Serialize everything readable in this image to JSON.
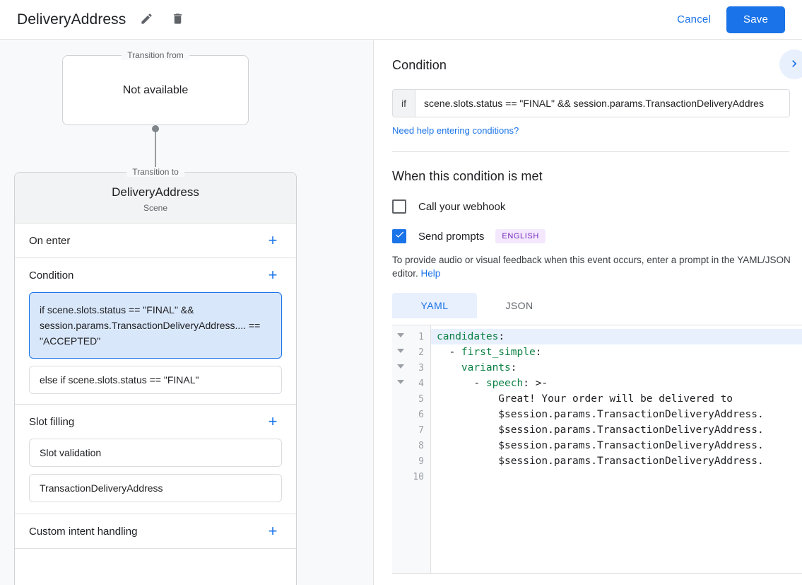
{
  "topbar": {
    "title": "DeliveryAddress",
    "edit_icon": "pencil-icon",
    "delete_icon": "trash-icon",
    "cancel_label": "Cancel",
    "save_label": "Save",
    "save_bg": "#1a73e8",
    "link_color": "#1a73e8"
  },
  "left": {
    "transition_from": {
      "legend": "Transition from",
      "node": "Not available"
    },
    "transition_to": {
      "legend": "Transition to",
      "scene_name": "DeliveryAddress",
      "scene_type": "Scene"
    },
    "sections": [
      {
        "title": "On enter",
        "add": "+"
      },
      {
        "title": "Condition",
        "add": "+"
      },
      {
        "title": "Slot filling",
        "add": "+"
      },
      {
        "title": "Custom intent handling",
        "add": "+"
      }
    ],
    "condition_items": [
      "if scene.slots.status == \"FINAL\" && session.params.TransactionDeliveryAddress.... == \"ACCEPTED\"",
      "else if scene.slots.status == \"FINAL\""
    ],
    "slot_items": [
      "Slot validation",
      "TransactionDeliveryAddress"
    ]
  },
  "right": {
    "condition": {
      "heading": "Condition",
      "if_label": "if",
      "value": "scene.slots.status == \"FINAL\" && session.params.TransactionDeliveryAddres",
      "help_link": "Need help entering conditions?",
      "next_icon": "chevron-right-icon"
    },
    "when_met": {
      "heading": "When this condition is met",
      "webhook_label": "Call your webhook",
      "webhook_checked": false,
      "prompts_label": "Send prompts",
      "prompts_checked": true,
      "language_badge": "ENGLISH",
      "badge_bg": "#f3e8fd",
      "badge_color": "#7627bb",
      "description_part1": "To provide audio or visual feedback when this event occurs, enter a prompt in the YAML/JSON editor. ",
      "description_link": "Help"
    },
    "editor": {
      "tabs": [
        {
          "label": "YAML",
          "active": true
        },
        {
          "label": "JSON",
          "active": false
        }
      ],
      "line_numbers": [
        "1",
        "2",
        "3",
        "4",
        "5",
        "6",
        "7",
        "8",
        "9",
        "10"
      ],
      "folds": [
        true,
        true,
        true,
        true,
        false,
        false,
        false,
        false,
        false,
        false
      ],
      "active_line": 1,
      "lines": [
        {
          "key": "candidates",
          "indent": 0,
          "prefix": "",
          "suffix": ":",
          "text": ""
        },
        {
          "key": "first_simple",
          "indent": 2,
          "prefix": "- ",
          "suffix": ":",
          "text": ""
        },
        {
          "key": "variants",
          "indent": 4,
          "prefix": "",
          "suffix": ":",
          "text": ""
        },
        {
          "key": "speech",
          "indent": 6,
          "prefix": "- ",
          "suffix": ": ",
          "text": ">-"
        },
        {
          "key": "",
          "indent": 10,
          "prefix": "",
          "suffix": "",
          "text": "Great! Your order will be delivered to"
        },
        {
          "key": "",
          "indent": 10,
          "prefix": "",
          "suffix": "",
          "text": "$session.params.TransactionDeliveryAddress."
        },
        {
          "key": "",
          "indent": 10,
          "prefix": "",
          "suffix": "",
          "text": "$session.params.TransactionDeliveryAddress."
        },
        {
          "key": "",
          "indent": 10,
          "prefix": "",
          "suffix": "",
          "text": "$session.params.TransactionDeliveryAddress."
        },
        {
          "key": "",
          "indent": 10,
          "prefix": "",
          "suffix": "",
          "text": "$session.params.TransactionDeliveryAddress."
        },
        {
          "key": "",
          "indent": 0,
          "prefix": "",
          "suffix": "",
          "text": ""
        }
      ]
    }
  }
}
